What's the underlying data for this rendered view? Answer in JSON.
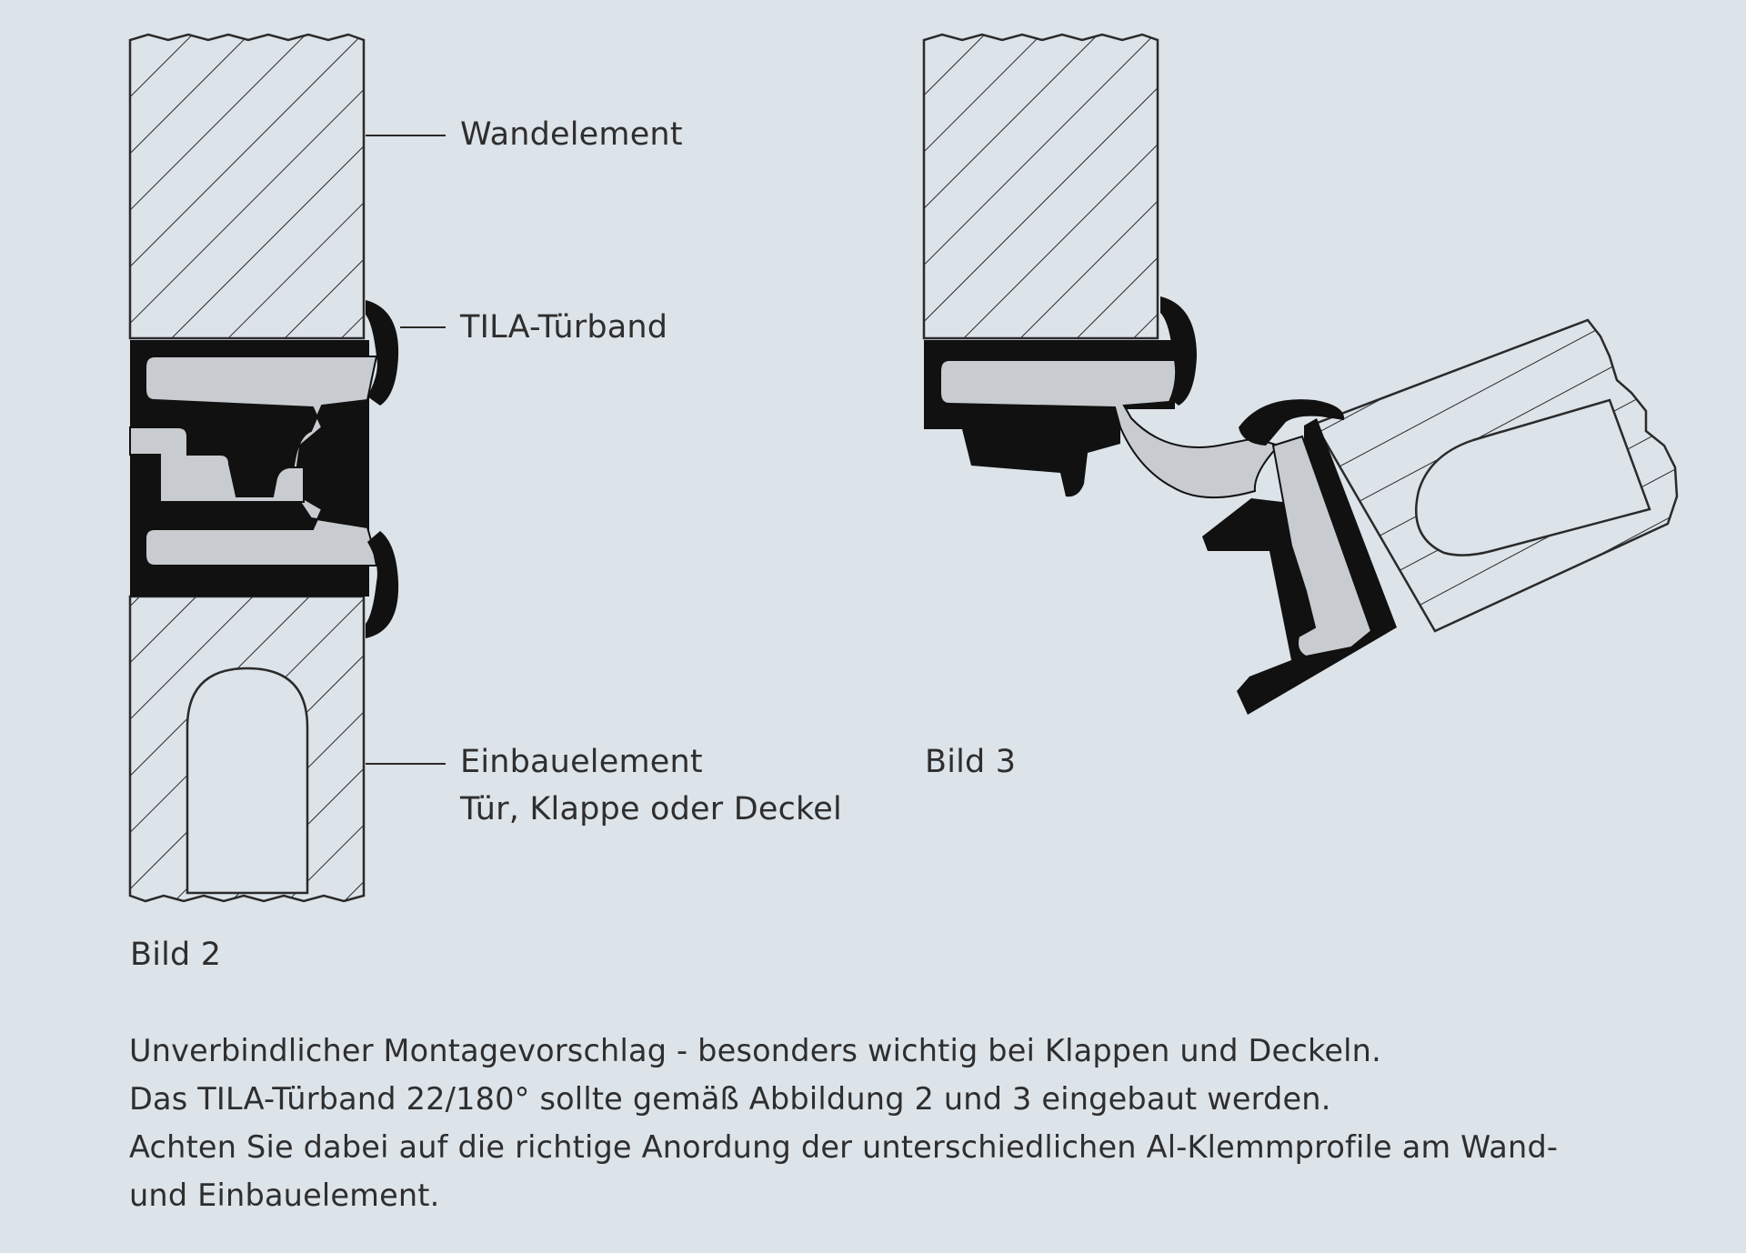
{
  "labels": {
    "wall_element": "Wandelement",
    "hinge": "TILA-Türband",
    "installed_element": "Einbauelement",
    "installed_element_detail": "Tür, Klappe oder Deckel",
    "figure_2": "Bild 2",
    "figure_3": "Bild 3"
  },
  "caption": [
    "Unverbindlicher Montagevorschlag - besonders wichtig bei Klappen und Deckeln.",
    "Das TILA-Türband 22/180° sollte gemäß Abbildung 2 und 3 eingebaut werden.",
    "Achten Sie dabei auf die richtige Anordung der unterschiedlichen Al-Klemmprofile am Wand-",
    "und Einbauelement."
  ],
  "colors": {
    "background": "#dce3e9",
    "line": "#2a2a2a",
    "profile": "#111111",
    "hinge_fill": "#c8ccd0"
  }
}
